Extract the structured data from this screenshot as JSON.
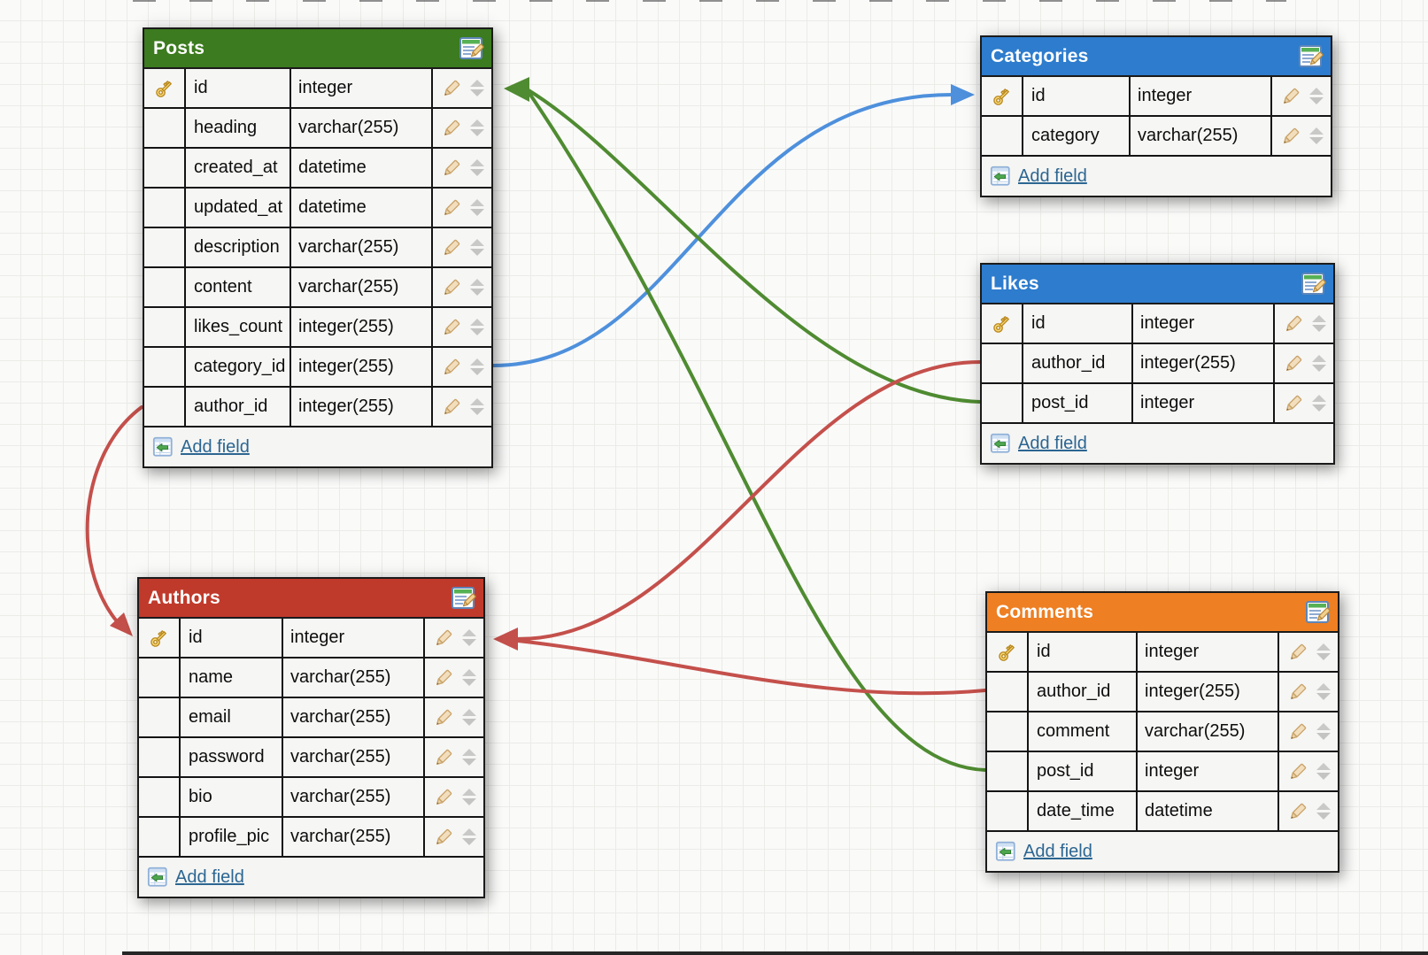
{
  "tables": [
    {
      "title": "Posts",
      "header_color": "#3c7b1f",
      "header_style": "background-color:#3c7b1f",
      "add_field_label": "Add field",
      "fields": [
        {
          "name": "id",
          "type": "integer",
          "primary_key": true
        },
        {
          "name": "heading",
          "type": "varchar(255)",
          "primary_key": false
        },
        {
          "name": "created_at",
          "type": "datetime",
          "primary_key": false
        },
        {
          "name": "updated_at",
          "type": "datetime",
          "primary_key": false
        },
        {
          "name": "description",
          "type": "varchar(255)",
          "primary_key": false
        },
        {
          "name": "content",
          "type": "varchar(255)",
          "primary_key": false
        },
        {
          "name": "likes_count",
          "type": "integer(255)",
          "primary_key": false
        },
        {
          "name": "category_id",
          "type": "integer(255)",
          "primary_key": false
        },
        {
          "name": "author_id",
          "type": "integer(255)",
          "primary_key": false
        }
      ]
    },
    {
      "title": "Categories",
      "header_color": "#2d7ccd",
      "header_style": "background-color:#2d7ccd",
      "add_field_label": "Add field",
      "fields": [
        {
          "name": "id",
          "type": "integer",
          "primary_key": true
        },
        {
          "name": "category",
          "type": "varchar(255)",
          "primary_key": false
        }
      ]
    },
    {
      "title": "Likes",
      "header_color": "#2d7ccd",
      "header_style": "background-color:#2d7ccd",
      "add_field_label": "Add field",
      "fields": [
        {
          "name": "id",
          "type": "integer",
          "primary_key": true
        },
        {
          "name": "author_id",
          "type": "integer(255)",
          "primary_key": false
        },
        {
          "name": "post_id",
          "type": "integer",
          "primary_key": false
        }
      ]
    },
    {
      "title": "Authors",
      "header_color": "#c03a2b",
      "header_style": "background-color:#c03a2b",
      "add_field_label": "Add field",
      "fields": [
        {
          "name": "id",
          "type": "integer",
          "primary_key": true
        },
        {
          "name": "name",
          "type": "varchar(255)",
          "primary_key": false
        },
        {
          "name": "email",
          "type": "varchar(255)",
          "primary_key": false
        },
        {
          "name": "password",
          "type": "varchar(255)",
          "primary_key": false
        },
        {
          "name": "bio",
          "type": "varchar(255)",
          "primary_key": false
        },
        {
          "name": "profile_pic",
          "type": "varchar(255)",
          "primary_key": false
        }
      ]
    },
    {
      "title": "Comments",
      "header_color": "#ee7f23",
      "header_style": "background-color:#ee7f23",
      "add_field_label": "Add field",
      "fields": [
        {
          "name": "id",
          "type": "integer",
          "primary_key": true
        },
        {
          "name": "author_id",
          "type": "integer(255)",
          "primary_key": false
        },
        {
          "name": "comment",
          "type": "varchar(255)",
          "primary_key": false
        },
        {
          "name": "post_id",
          "type": "integer",
          "primary_key": false
        },
        {
          "name": "date_time",
          "type": "datetime",
          "primary_key": false
        }
      ]
    }
  ],
  "connections": [
    {
      "from": "Posts.category_id",
      "to": "Categories.id",
      "color": "#4e90dc"
    },
    {
      "from": "Likes.post_id",
      "to": "Posts.id",
      "color": "#4f8b31"
    },
    {
      "from": "Comments.post_id",
      "to": "Posts.id",
      "color": "#4f8b31"
    },
    {
      "from": "Likes.author_id",
      "to": "Authors.id",
      "color": "#c4504b"
    },
    {
      "from": "Comments.author_id",
      "to": "Authors.id",
      "color": "#c4504b"
    },
    {
      "from": "Posts.author_id",
      "to": "Authors.id",
      "color": "#c4504b"
    }
  ],
  "arrowheads": [
    {
      "at": "Posts.id",
      "color": "#4f8b31"
    },
    {
      "at": "Categories.id",
      "color": "#4e90dc"
    },
    {
      "at": "Authors.id-right",
      "color": "#c4504b"
    },
    {
      "at": "Authors.id-left",
      "color": "#c4504b"
    }
  ],
  "icons": {
    "primary_key": "key-icon",
    "edit_field": "pencil-icon",
    "reorder_field": "up-down-arrows-icon",
    "edit_table": "table-edit-icon",
    "add_field": "table-add-icon"
  },
  "ui": {
    "add_field_link_color": "#2c6692",
    "grid_line_color": "#ebebe8",
    "canvas_background": "#fafaf9"
  }
}
